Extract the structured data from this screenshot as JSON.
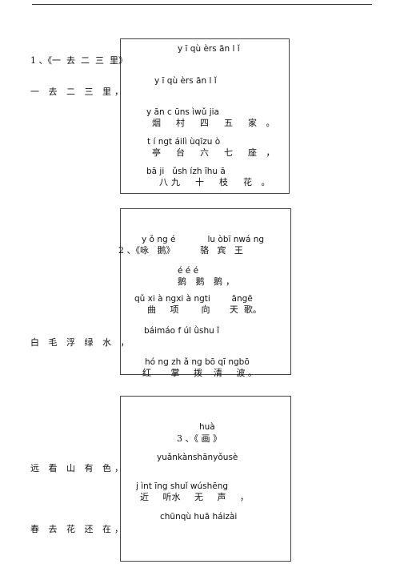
{
  "poem1": {
    "title_pinyin": "y ī qù èrs ān l ǐ",
    "number_title": "1 、《一  去  二  三  里》",
    "line1_left": "一 去 二 三 里，",
    "line1_pinyin": "y ī qù èrs ān l ǐ",
    "line2_pinyin": "y ān c ūns ìwǔ jia",
    "line2_hanzi": "烟  村  四  五  家 。",
    "line3_pinyin": "t í ngt áilì ùqīzu ò",
    "line3_hanzi": "亭  台  六  七  座 ，",
    "line4_pinyin": "bā ji   ǔsh ízh īhu ā",
    "line4_hanzi": "八九  十  枝  花 。"
  },
  "poem2": {
    "title_pinyin": "y ǒ ng é            lu òbī nwá ng",
    "number_title": "2 、《咏   鹅》         骆   宾   王",
    "line1_pinyin": "é é é",
    "line1_hanzi": "鹅 鹅 鹅，",
    "line2_pinyin": "qǔ xi à ngxi à ngti        āngē",
    "line2_hanzi": "曲     项        向       天  歌。",
    "line3_pinyin": "báimáo f úl ǜshu ǐ",
    "line3_left": "白 毛 浮 绿 水 ，",
    "line4_pinyin": "hó ng zh ǎ ng bō qī ngbō",
    "line4_hanzi": "红       掌     拨    清     波 。"
  },
  "poem3": {
    "title_pinyin": "huà",
    "number_title": "3 、《 画 》",
    "line1_pinyin": "yuǎnkànshānyǒusè",
    "line1_left": "远 看 山 有 色，",
    "line2_pinyin": "j ìnt īng shuǐ wúshēng",
    "line2_hanzi": "近     听水     无     声     ，",
    "line3_pinyin": "chūnqù huā háizài",
    "line3_left": "春 去 花 还 在，"
  }
}
